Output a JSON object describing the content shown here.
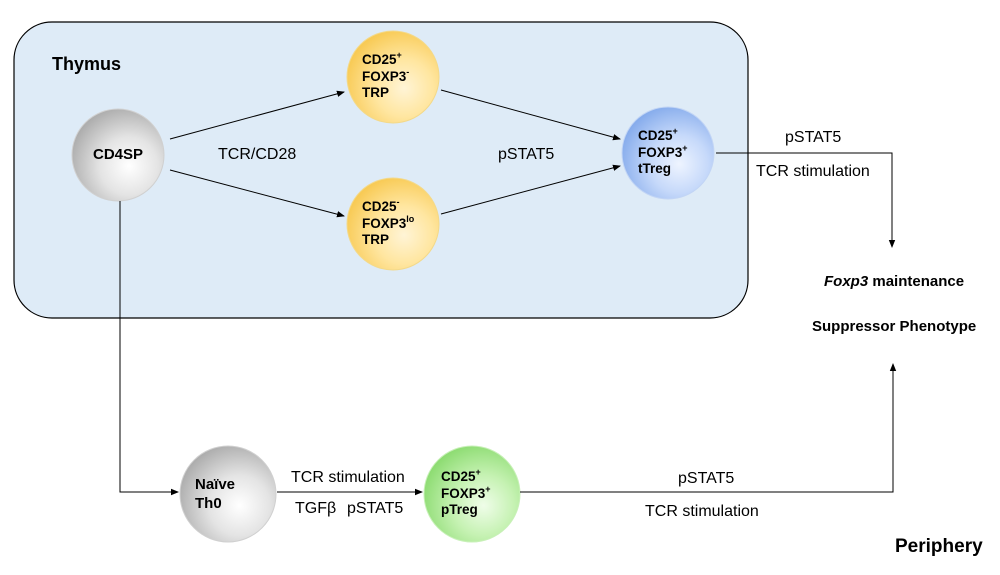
{
  "regions": {
    "thymus": "Thymus",
    "periphery": "Periphery"
  },
  "cells": {
    "cd4sp": {
      "line1": "CD4SP"
    },
    "trp_top": {
      "l1": "CD25",
      "l1_sup": "+",
      "l2": "FOXP3",
      "l2_sup": "-",
      "l3": "TRP"
    },
    "trp_bottom": {
      "l1": "CD25",
      "l1_sup": "-",
      "l2": "FOXP3",
      "l2_sup": "lo",
      "l3": "TRP"
    },
    "treg_thymic": {
      "l1": "CD25",
      "l1_sup": "+",
      "l2": "FOXP3",
      "l2_sup": "+",
      "l3": "tTreg"
    },
    "naive": {
      "l1": "Naïve",
      "l2": "Th0"
    },
    "treg_peripheral": {
      "l1": "CD25",
      "l1_sup": "+",
      "l2": "FOXP3",
      "l2_sup": "+",
      "l3": "pTreg"
    }
  },
  "labels": {
    "tcr_cd28": "TCR/CD28",
    "pstat5_thymus": "pSTAT5",
    "pstat5_right": "pSTAT5",
    "tcr_stim_right": "TCR stimulation",
    "foxp3_gene": "Foxp3",
    "maintenance": " maintenance",
    "suppressor": "Suppressor Phenotype",
    "tcr_stim_naive": "TCR stimulation",
    "tgfb": "TGFβ",
    "pstat5_naive": "pSTAT5",
    "pstat5_bottom": "pSTAT5",
    "tcr_stim_bottom": "TCR stimulation"
  },
  "colors": {
    "thymus_fill": "#deebf7",
    "gray_cell": "#bdbdbd",
    "yellow_cell": "#ffd966",
    "blue_cell": "#8fb4ee",
    "green_cell": "#93e07a"
  }
}
